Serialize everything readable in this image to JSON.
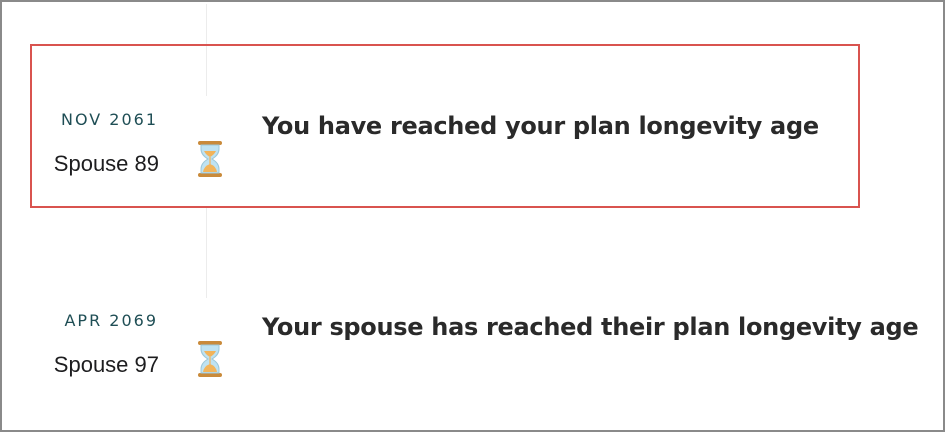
{
  "timeline": {
    "events": [
      {
        "date": "NOV 2061",
        "age": "Spouse 89",
        "icon": "hourglass-icon",
        "title": "You have reached your plan longevity age",
        "highlighted": true
      },
      {
        "date": "APR 2069",
        "age": "Spouse 97",
        "icon": "hourglass-icon",
        "title": "Your spouse has reached their plan longevity age",
        "highlighted": false
      }
    ]
  },
  "colors": {
    "highlight_border": "#d9534f",
    "date_text": "#1f4e55",
    "title_text": "#2a2a2a",
    "hourglass_glass": "#bfe3f2",
    "hourglass_sand": "#f2b45a",
    "hourglass_frame": "#c98a3a"
  }
}
